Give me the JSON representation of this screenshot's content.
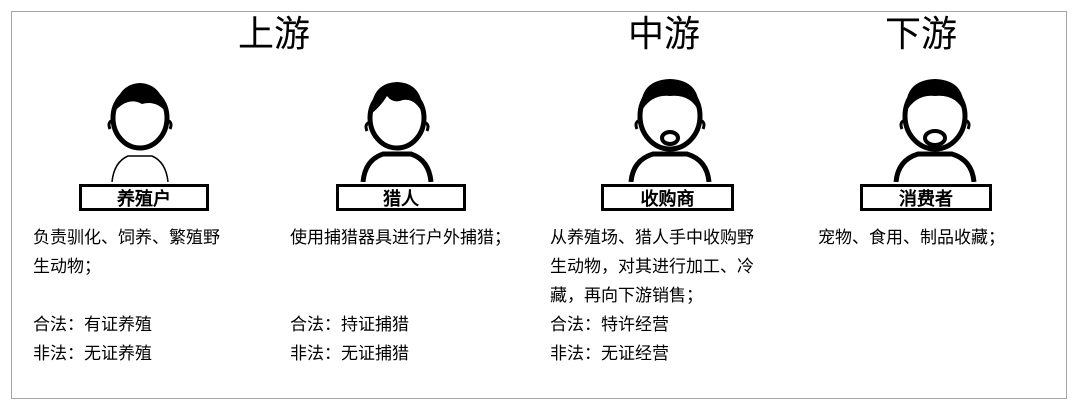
{
  "stages": {
    "upstream": "上游",
    "midstream": "中游",
    "downstream": "下游"
  },
  "roles": [
    {
      "id": "breeder",
      "label": "养殖户",
      "desc": [
        "负责驯化、饲养、繁殖野",
        "生动物；"
      ],
      "legal": "合法：有证养殖",
      "illegal": "非法：无证养殖"
    },
    {
      "id": "hunter",
      "label": "猎人",
      "desc": [
        "使用捕猎器具进行户外捕猎；"
      ],
      "legal": "合法：持证捕猎",
      "illegal": "非法：无证捕猎"
    },
    {
      "id": "purchaser",
      "label": "收购商",
      "desc": [
        "从养殖场、猎人手中收购野",
        "生动物，对其进行加工、冷",
        "藏，再向下游销售；"
      ],
      "legal": "合法：特许经营",
      "illegal": "非法：无证经营"
    },
    {
      "id": "consumer",
      "label": "消费者",
      "desc": [
        "宠物、食用、制品收藏；"
      ],
      "legal": "",
      "illegal": ""
    }
  ]
}
